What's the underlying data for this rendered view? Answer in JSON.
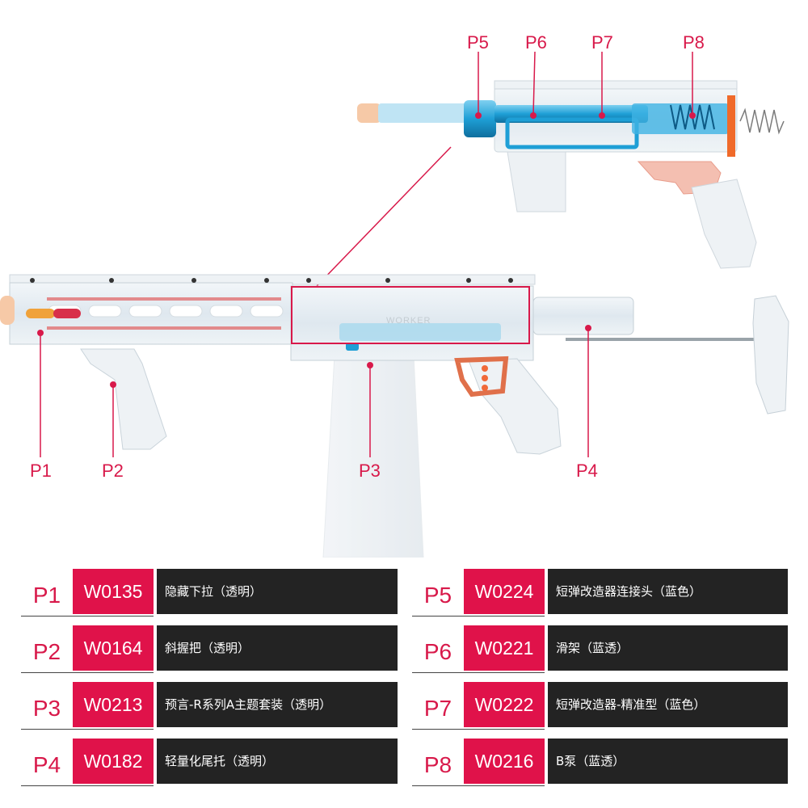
{
  "callouts": {
    "p1": "P1",
    "p2": "P2",
    "p3": "P3",
    "p4": "P4",
    "p5": "P5",
    "p6": "P6",
    "p7": "P7",
    "p8": "P8"
  },
  "parts_left": [
    {
      "label": "P1",
      "code": "W0135",
      "name": "隐藏下拉（透明）"
    },
    {
      "label": "P2",
      "code": "W0164",
      "name": "斜握把（透明）"
    },
    {
      "label": "P3",
      "code": "W0213",
      "name": "预言-R系列A主题套装（透明）"
    },
    {
      "label": "P4",
      "code": "W0182",
      "name": "轻量化尾托（透明）"
    }
  ],
  "parts_right": [
    {
      "label": "P5",
      "code": "W0224",
      "name": "短弹改造器连接头（蓝色）"
    },
    {
      "label": "P6",
      "code": "W0221",
      "name": "滑架（蓝透）"
    },
    {
      "label": "P7",
      "code": "W0222",
      "name": "短弹改造器-精准型（蓝色）"
    },
    {
      "label": "P8",
      "code": "W0216",
      "name": "B泵（蓝透）"
    }
  ],
  "colors": {
    "accent": "#e0124a",
    "callout": "#d8194a",
    "dark_cell": "#232323",
    "blue_part": "#1e9fd6",
    "transparent_body": "#e4ecf2"
  },
  "gun_text": {
    "receiver_marking": "WORKER"
  }
}
